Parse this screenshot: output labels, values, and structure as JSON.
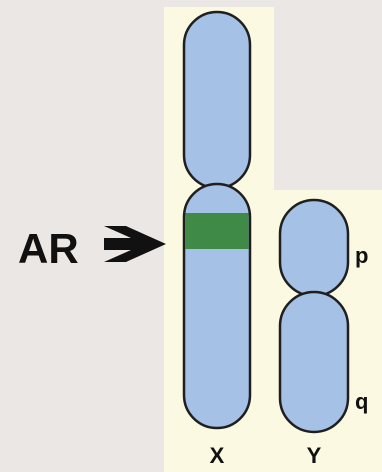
{
  "gene_label": "AR",
  "chromosomes": [
    {
      "name": "X"
    },
    {
      "name": "Y"
    }
  ],
  "arm_labels": {
    "short": "p",
    "long": "q"
  },
  "colors": {
    "background": "#ebe7e4",
    "panel": "#fbf9e2",
    "chromatid_fill": "#a5c1e5",
    "outline": "#1f1f1f",
    "gene_band": "#3f8a46",
    "text": "#111111"
  },
  "icons": {
    "pointer": "arrow-right-icon"
  }
}
